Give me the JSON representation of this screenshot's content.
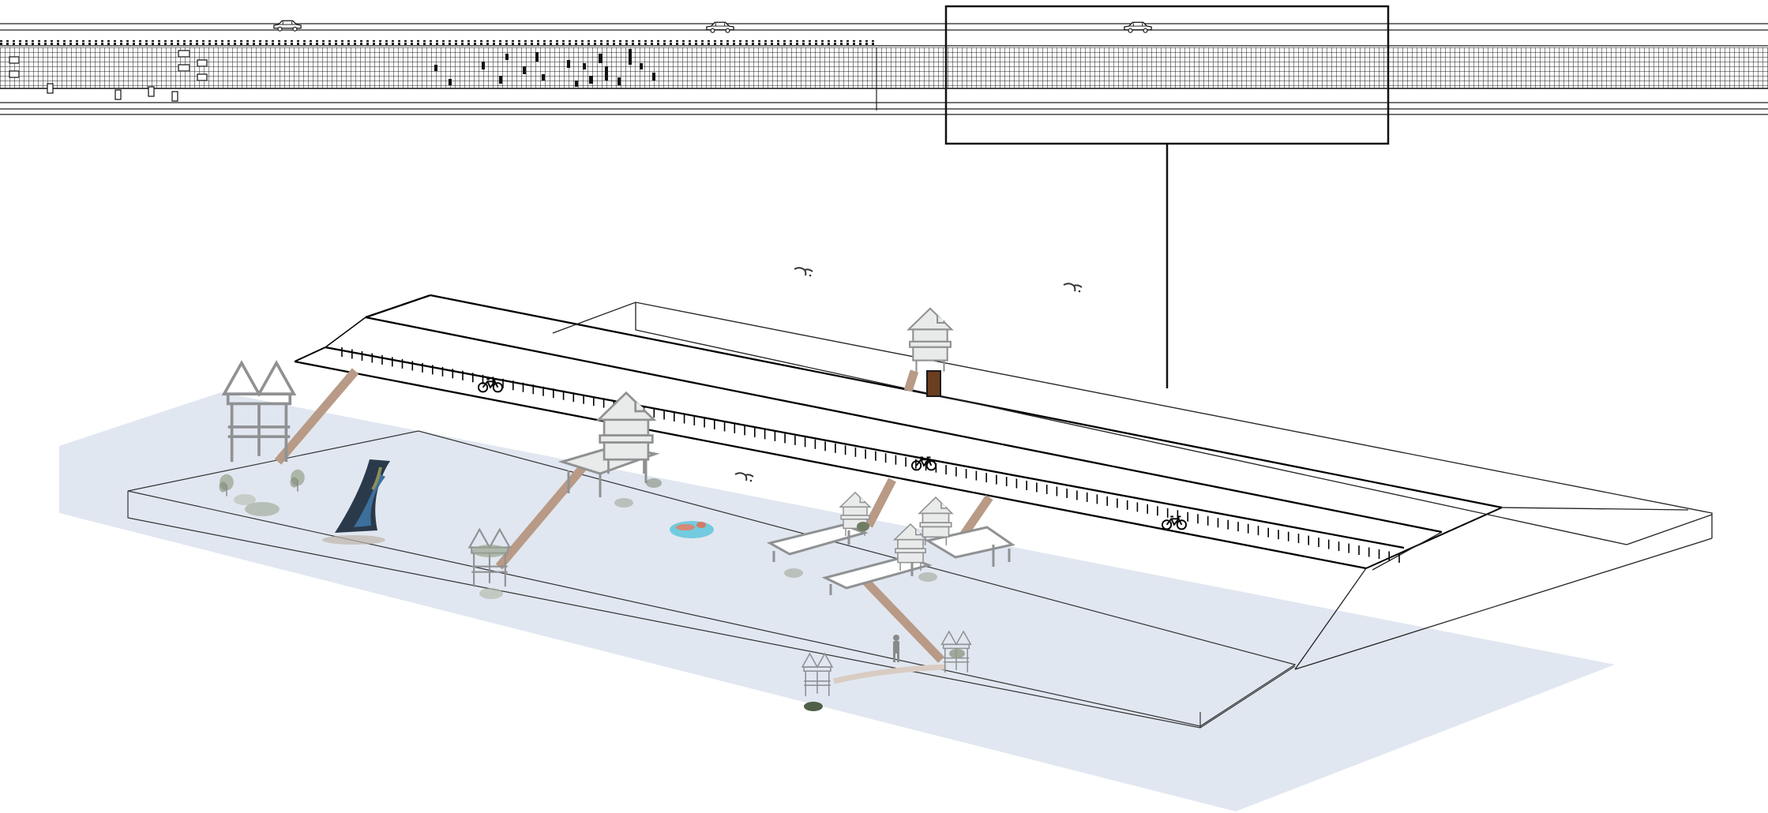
{
  "diagram": {
    "kind": "axonometric waterfront section with elevation strip",
    "text_labels": [],
    "colors": {
      "water": "#e1e7f0",
      "line": "#000000",
      "light_line": "#555555",
      "structure_grey": "#8f9193",
      "structure_fill": "#e9eaea",
      "ramp": "#b89a86",
      "door": "#6b3e1f",
      "vegetation": "#9aa591",
      "pool": "#5fc6dc",
      "sail_dark": "#2b3a4a",
      "sail_blue": "#3d6f9c",
      "sail_olive": "#8f8f5a"
    },
    "icons": {
      "car": "car-icon",
      "bicycle": "bicycle-icon",
      "bird": "bird-icon",
      "person": "person-icon",
      "windsurfer": "windsurfer-icon",
      "house": "house-icon",
      "pavilion": "pavilion-icon"
    },
    "elevation_strip": {
      "cars_shown": 3,
      "has_callout_box": true
    },
    "axonometric": {
      "bicycles_shown": 3,
      "birds_shown": 3,
      "houses_on_stilts": 5,
      "open_pavilions": 4,
      "ramps": 6,
      "people_shown": 1,
      "has_windsurfer": true,
      "has_pool": true
    }
  }
}
